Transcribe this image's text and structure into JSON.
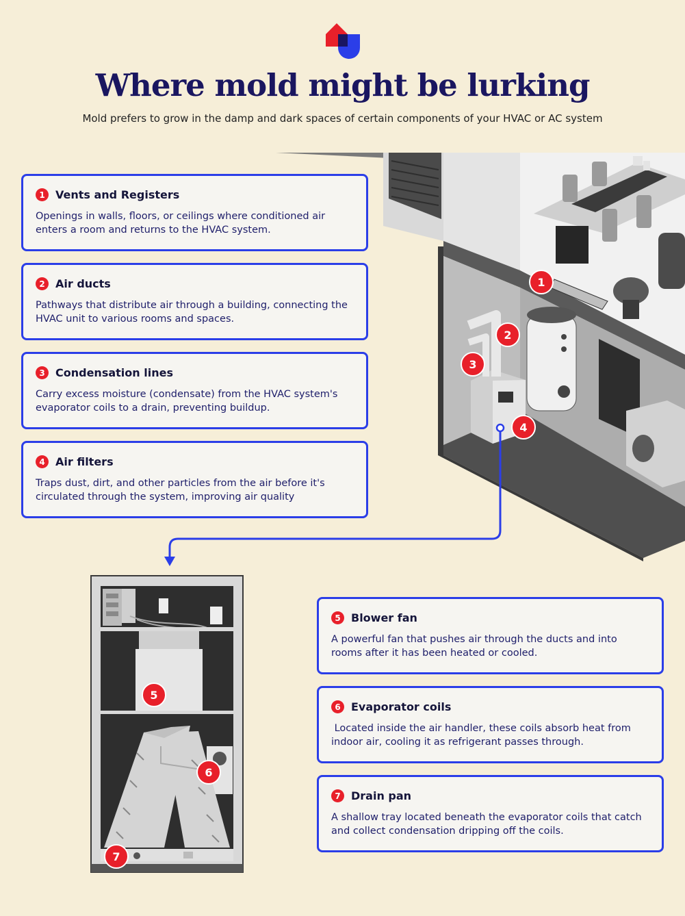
{
  "header": {
    "title": "Where mold might be lurking",
    "subtitle": "Mold prefers to grow in the damp and dark spaces of certain components of your HVAC or AC system"
  },
  "colors": {
    "accent_blue": "#2b3ee8",
    "accent_red": "#e8202a",
    "background": "#f6eed8",
    "title_navy": "#1a1660"
  },
  "items": [
    {
      "num": "1",
      "title": "Vents and Registers",
      "text": "Openings in walls, floors, or ceilings where conditioned air enters a room and returns to the HVAC system."
    },
    {
      "num": "2",
      "title": "Air ducts",
      "text": "Pathways that distribute air through a building, connecting the HVAC unit to various rooms and spaces."
    },
    {
      "num": "3",
      "title": "Condensation lines",
      "text": "Carry excess moisture (condensate) from the HVAC system's evaporator coils to a drain, preventing buildup."
    },
    {
      "num": "4",
      "title": "Air filters",
      "text": "Traps dust, dirt, and other particles from the air before it's circulated through the system, improving air quality"
    },
    {
      "num": "5",
      "title": "Blower fan",
      "text": "A powerful fan that pushes air through the ducts and into rooms after it has been heated or cooled."
    },
    {
      "num": "6",
      "title": "Evaporator coils",
      "text": " Located inside the air handler, these coils absorb heat from indoor air, cooling it as refrigerant passes through."
    },
    {
      "num": "7",
      "title": "Drain pan",
      "text": "A shallow tray located beneath the evaporator coils that catch and collect condensation dripping off the coils."
    }
  ],
  "markers": {
    "m1": "1",
    "m2": "2",
    "m3": "3",
    "m4": "4",
    "m5": "5",
    "m6": "6",
    "m7": "7"
  }
}
